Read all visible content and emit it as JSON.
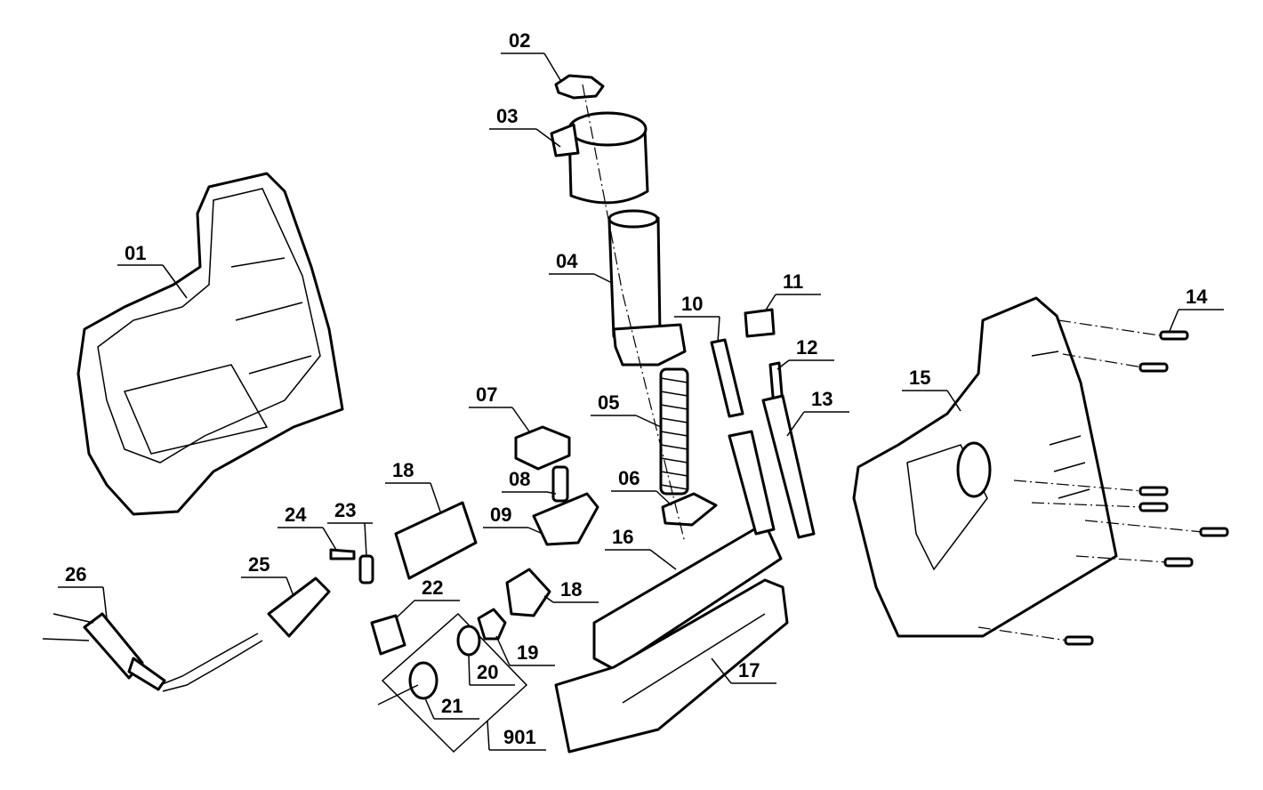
{
  "diagram": {
    "type": "exploded-parts-view",
    "labels": {
      "p01": "01",
      "p02": "02",
      "p03": "03",
      "p04": "04",
      "p05": "05",
      "p06": "06",
      "p07": "07",
      "p08": "08",
      "p09": "09",
      "p10": "10",
      "p11": "11",
      "p12": "12",
      "p13": "13",
      "p14": "14",
      "p15": "15",
      "p16": "16",
      "p17": "17",
      "p18a": "18",
      "p18b": "18",
      "p19": "19",
      "p20": "20",
      "p21": "21",
      "p22": "22",
      "p23": "23",
      "p24": "24",
      "p25": "25",
      "p26": "26",
      "p901": "901"
    }
  }
}
